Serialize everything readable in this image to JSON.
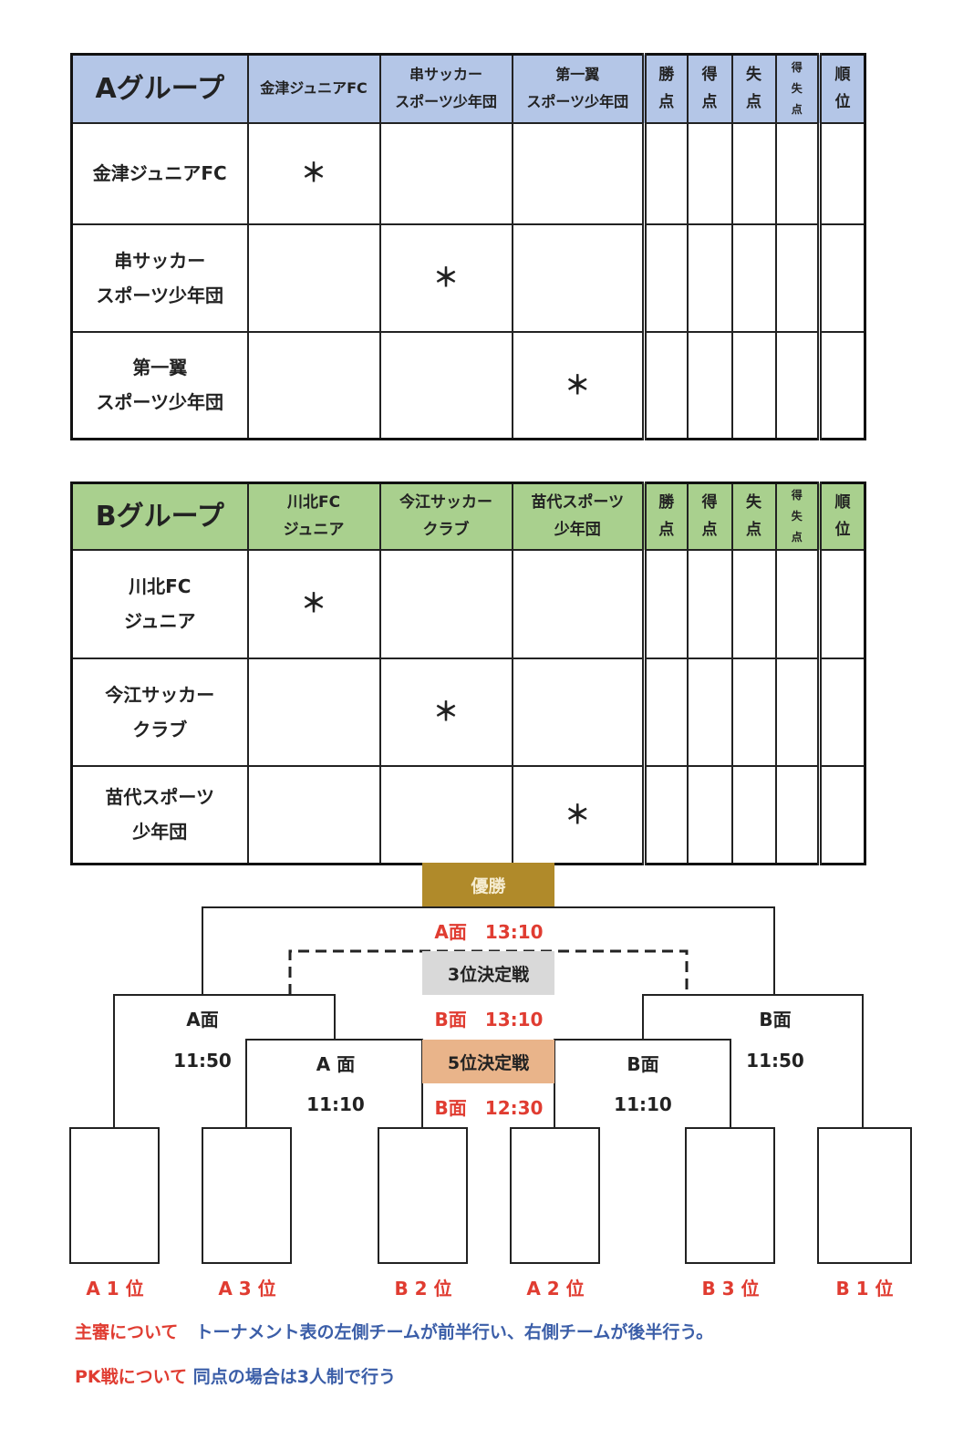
{
  "group_a": {
    "title": "Aグループ",
    "teams": [
      [
        "金津ジュニアFC"
      ],
      [
        "串サッカー",
        "スポーツ少年団"
      ],
      [
        "第一翼",
        "スポーツ少年団"
      ]
    ],
    "stats": [
      [
        "勝",
        "点"
      ],
      [
        "得",
        "点"
      ],
      [
        "失",
        "点"
      ],
      [
        "得",
        "失",
        "点"
      ],
      [
        "順",
        "位"
      ]
    ],
    "diag": "＊"
  },
  "group_b": {
    "title": "Bグループ",
    "teams": [
      [
        "川北FC",
        "ジュニア"
      ],
      [
        "今江サッカー",
        "クラブ"
      ],
      [
        "苗代スポーツ",
        "少年団"
      ]
    ],
    "stats": [
      [
        "勝",
        "点"
      ],
      [
        "得",
        "点"
      ],
      [
        "失",
        "点"
      ],
      [
        "得",
        "失",
        "点"
      ],
      [
        "順",
        "位"
      ]
    ],
    "diag": "＊"
  },
  "bracket": {
    "final": "優勝",
    "final_time": "A面　13:10",
    "third": "3位決定戦",
    "third_time": "B面　13:10",
    "fifth": "5位決定戦",
    "fifth_time": "B面　12:30",
    "left_semi_court": "A面",
    "left_semi_time": "11:50",
    "left_qf_court": "A 面",
    "left_qf_time": "11:10",
    "right_qf_court": "B面",
    "right_qf_time": "11:10",
    "right_semi_court": "B面",
    "right_semi_time": "11:50",
    "seeds": [
      "A 1 位",
      "A 3 位",
      "B 2 位",
      "A 2 位",
      "B 3 位",
      "B 1 位"
    ]
  },
  "notes": [
    {
      "label": "主審について",
      "text": "トーナメント表の左側チームが前半行い、右側チームが後半行う。"
    },
    {
      "label": "PK戦について",
      "text": "同点の場合は3人制で行う"
    }
  ],
  "colors": {
    "a_header": "#b4c6e7",
    "b_header": "#a9d08e",
    "final": "#b08a2a",
    "third": "#d9d9d9",
    "fifth": "#e9b48a",
    "red": "#e03c31",
    "blue": "#3b5ea8"
  }
}
